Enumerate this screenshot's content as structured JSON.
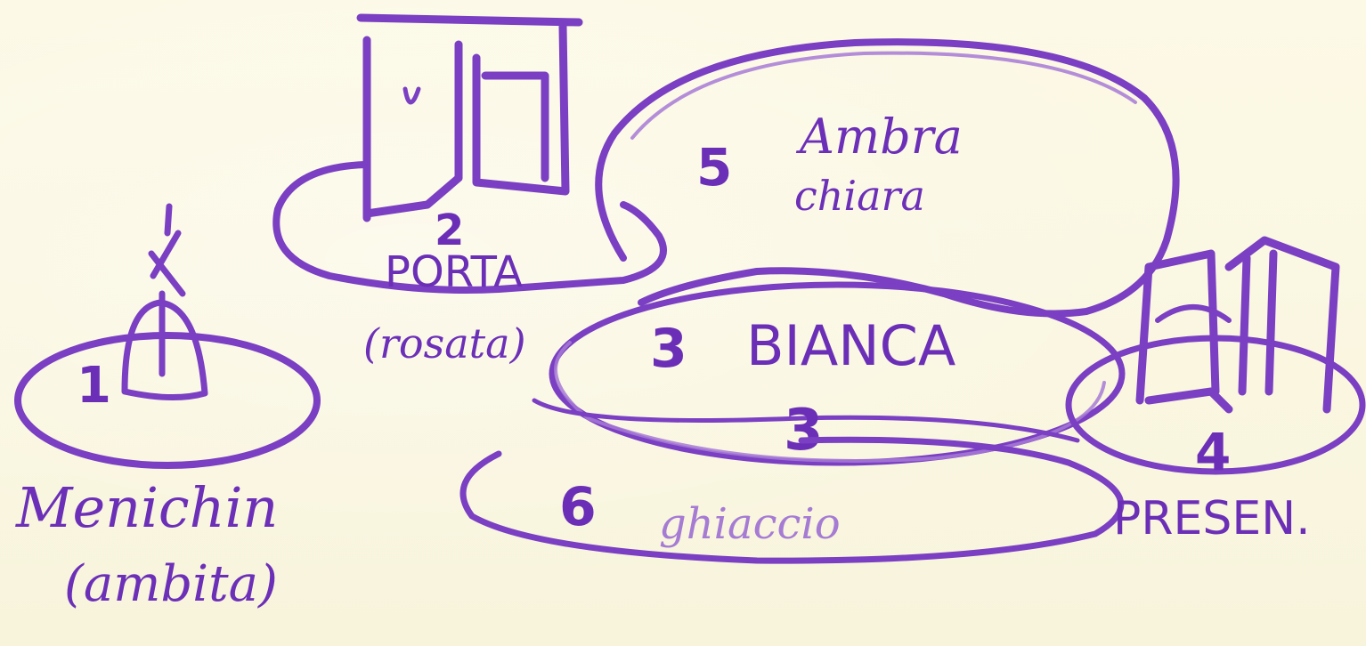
{
  "palette": {
    "ink": "#7a3fc2",
    "ink_light": "#a77ad6",
    "paper": "#fbf8e4"
  },
  "regions": [
    {
      "id": "menichin",
      "number": "1",
      "name": "Menichin",
      "note": "(ambita)",
      "icon": "tree-icon"
    },
    {
      "id": "porta",
      "number": "2",
      "name": "PORTA",
      "note": "(rosata)",
      "icon": "gate-icon"
    },
    {
      "id": "bianca",
      "number": "3",
      "name": "BIANCA"
    },
    {
      "id": "presen",
      "number": "4",
      "name": "PRESEN.",
      "icon": "gate-icon"
    },
    {
      "id": "ambra",
      "number": "5",
      "name": "Ambra",
      "note": "chiara"
    },
    {
      "id": "ghiaccio",
      "number": "6",
      "name": "ghiaccio"
    }
  ]
}
